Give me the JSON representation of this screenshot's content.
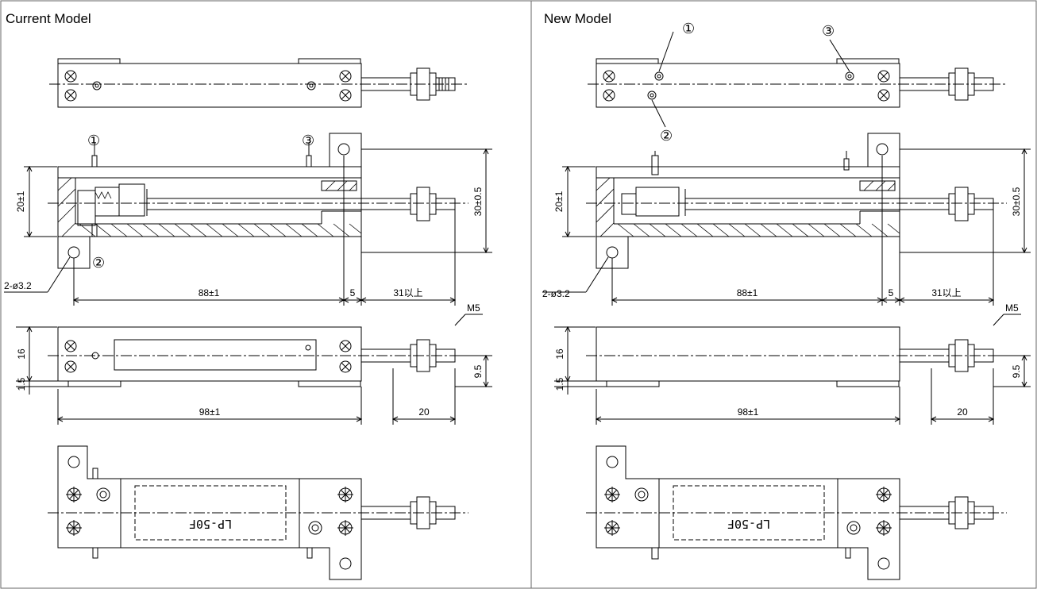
{
  "panels": {
    "left_title": "Current Model",
    "right_title": "New Model"
  },
  "dimensions": {
    "height_top": "20±1",
    "height_mount": "30±0.5",
    "hole": "2-ø3.2",
    "length_main": "88±1",
    "gap": "5",
    "stroke": "31以上",
    "thread": "M5",
    "height_side": "16",
    "offset": "1.5",
    "rod_height": "9.5",
    "length_body": "98±1",
    "rod_length": "20"
  },
  "markers": {
    "one": "①",
    "two": "②",
    "three": "③"
  },
  "label_text": "LP-50F",
  "colors": {
    "line": "#000000",
    "frame": "#666666"
  }
}
